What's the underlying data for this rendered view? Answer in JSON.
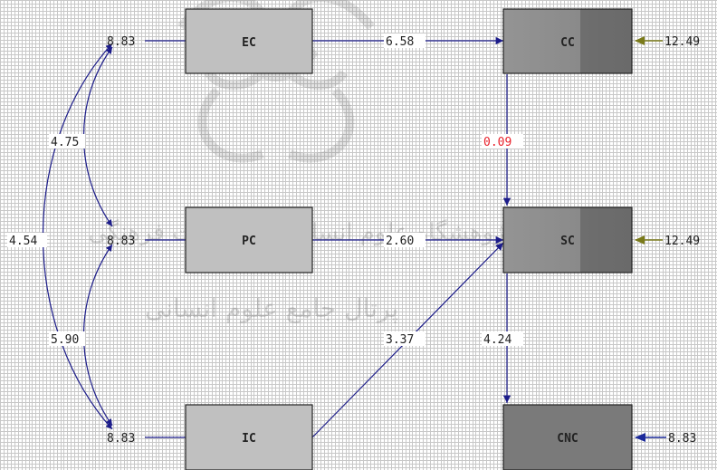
{
  "nodes": {
    "ec": "EC",
    "pc": "PC",
    "ic": "IC",
    "cc": "CC",
    "sc": "SC",
    "cnc": "CNC"
  },
  "errors": {
    "ec": "8.83",
    "pc": "8.83",
    "ic": "8.83",
    "cc": "12.49",
    "sc": "12.49",
    "cnc": "8.83"
  },
  "paths": {
    "ec_cc": "6.58",
    "pc_sc": "2.60",
    "ic_sc": "3.37",
    "cc_sc": "0.09",
    "sc_cnc": "4.24"
  },
  "covariances": {
    "ec_pc": "4.75",
    "pc_ic": "5.90",
    "ec_ic": "4.54"
  },
  "watermark": {
    "line1": "پژوهشگاه علوم انسانی و مطالعات فرهنگی",
    "line2": "پرتال جامع علوم انسانی"
  },
  "colors": {
    "arrow": "#1c1c8a",
    "error_arrow_olive": "#7a7a1a",
    "error_arrow_blue": "#1c2a9a",
    "exo_box": "#c0c0c0",
    "endo_box": "#8c8c8c",
    "highlight_label": "#e8202a"
  }
}
